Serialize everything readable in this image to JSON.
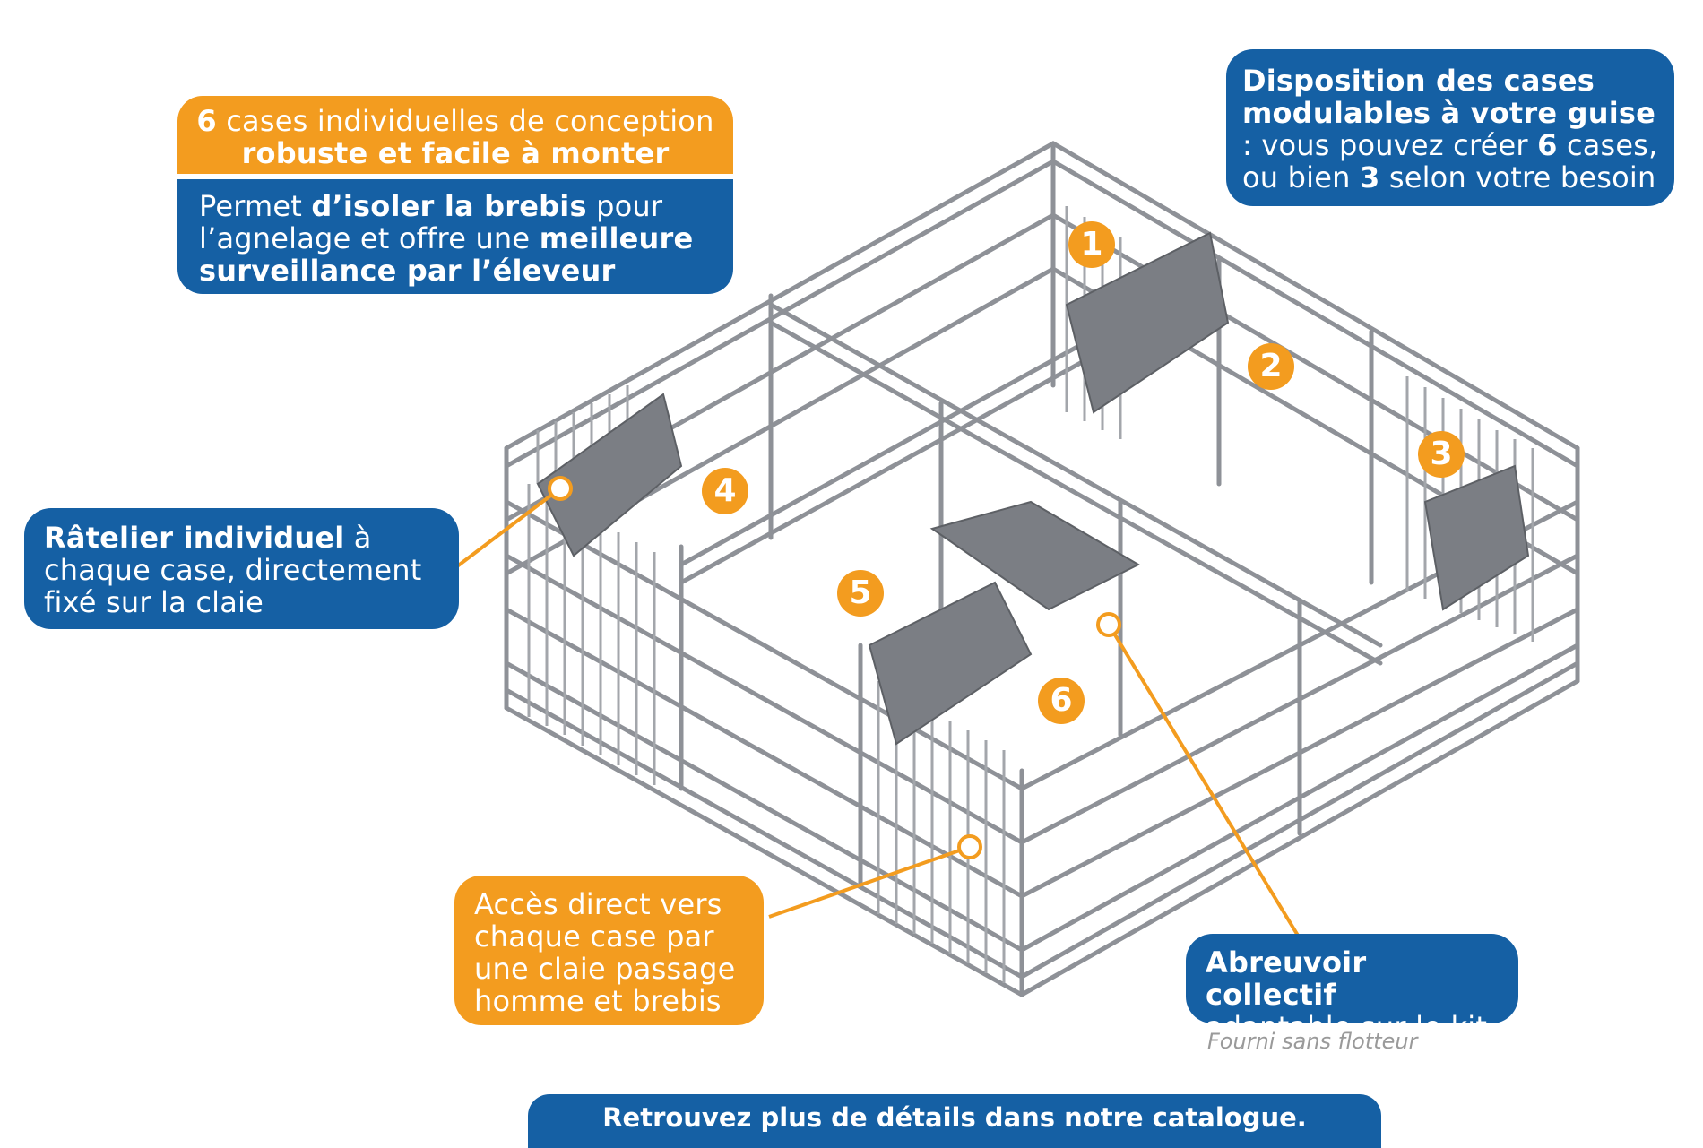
{
  "callouts": {
    "cases_count": "6",
    "cases_rest": " cases individuelles de conception",
    "cases_bold": "robuste et facile à monter",
    "isoler_1": "Permet ",
    "isoler_b1": "d’isoler la brebis",
    "isoler_2": " pour l’agnelage et offre une ",
    "isoler_b2": "meilleure surveillance par l’éleveur",
    "dispo_bold": "Disposition des cases modulables à votre guise",
    "dispo_1": " : vous pouvez créer ",
    "dispo_n1": "6",
    "dispo_2": " cases, ou bien ",
    "dispo_n2": "3",
    "dispo_3": " selon votre besoin",
    "ratelier_bold": "Râtelier individuel",
    "ratelier_rest": " à chaque case, directement fixé sur la claie",
    "acces": "Accès direct vers chaque case par une claie passage homme et brebis",
    "abreuvoir_bold": "Abreuvoir collectif",
    "abreuvoir_rest": "adaptable sur le kit",
    "abreuvoir_note": "Fourni sans flotteur",
    "footer": "Retrouvez plus de détails dans notre catalogue."
  },
  "pen_numbers": [
    "1",
    "2",
    "3",
    "4",
    "5",
    "6"
  ],
  "colors": {
    "blue": "#1560a4",
    "orange": "#f39c1f",
    "metal": "#8e9197"
  }
}
